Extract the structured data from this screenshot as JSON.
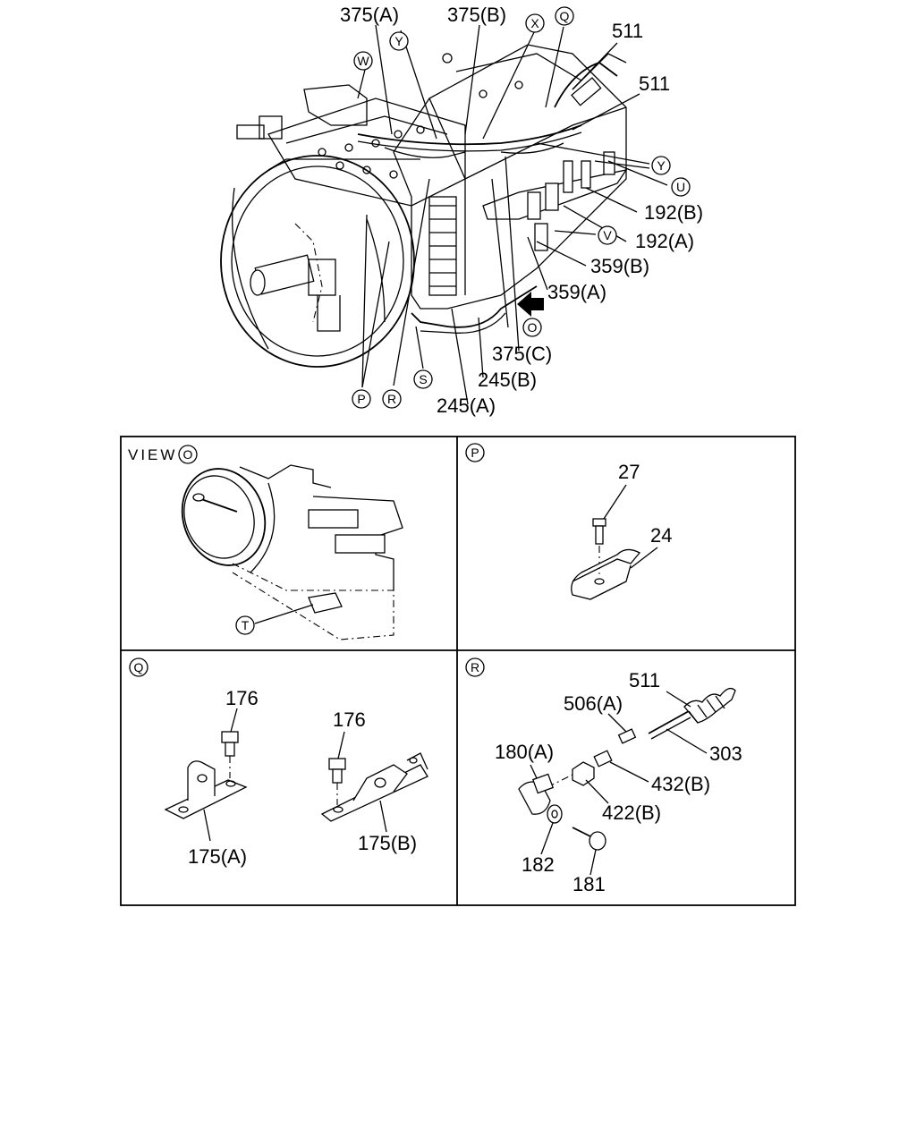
{
  "main_view": {
    "labels": {
      "l375a": "375(A)",
      "l375b": "375(B)",
      "l375c": "375(C)",
      "l511a": "511",
      "l511b": "511",
      "l192b": "192(B)",
      "l192a": "192(A)",
      "l359b": "359(B)",
      "l359a": "359(A)",
      "l245b": "245(B)",
      "l245a": "245(A)"
    },
    "callouts": {
      "W": "W",
      "Y1": "Y",
      "X": "X",
      "Q": "Q",
      "Y2": "Y",
      "U": "U",
      "V": "V",
      "O": "O",
      "S": "S",
      "R": "R",
      "P": "P"
    }
  },
  "panels": {
    "view_o": {
      "title": "VIEW",
      "title_callout": "O",
      "callout_t": "T"
    },
    "p": {
      "callout": "P",
      "parts": {
        "bolt": "27",
        "clip": "24"
      }
    },
    "q": {
      "callout": "Q",
      "parts": {
        "bolt_left": "176",
        "bolt_right": "176",
        "bracket_a": "175(A)",
        "bracket_b": "175(B)"
      }
    },
    "r": {
      "callout": "R",
      "parts": {
        "cable": "511",
        "sleeve": "506(A)",
        "cable_end": "303",
        "joint": "180(A)",
        "fitting": "432(B)",
        "nut": "422(B)",
        "washer": "182",
        "bolt": "181"
      }
    }
  }
}
